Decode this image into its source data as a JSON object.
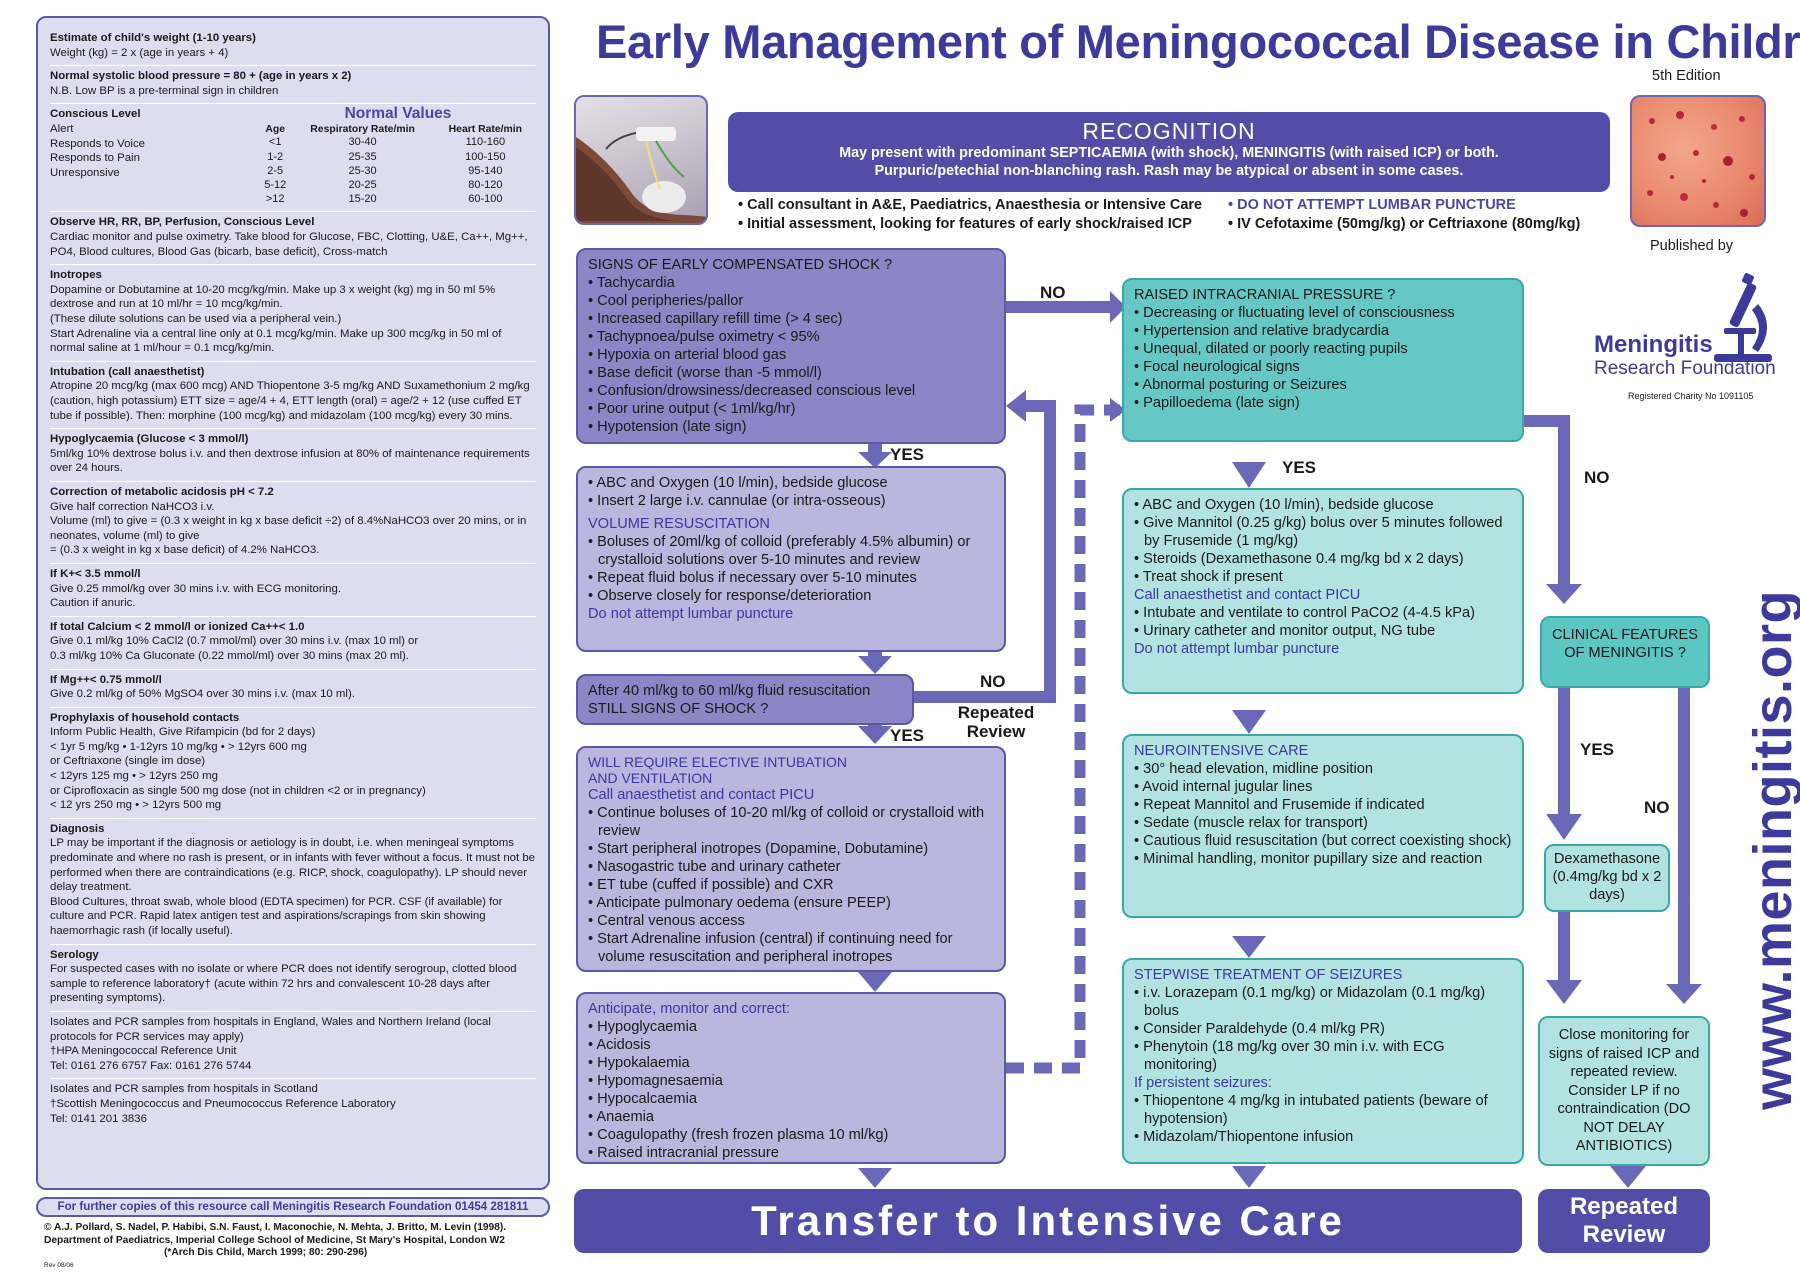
{
  "colors": {
    "brand_purple": "#3d3a9c",
    "box_dark": "#8b86c6",
    "box_medium": "#bab6dd",
    "box_teal": "#b2e3e1",
    "box_teal_dark": "#5cc6c2",
    "panel_lavender": "#dedcef",
    "arrow": "#6c68b8"
  },
  "header": {
    "title": "Early Management of Meningococcal Disease in Children*",
    "edition": "5th Edition",
    "published_by": "Published by",
    "org_name_line1": "Meningitis",
    "org_name_line2": "Research Foundation",
    "charity": "Registered Charity No 1091105",
    "website": "www.meningitis.org"
  },
  "recognition": {
    "title": "RECOGNITION",
    "line1": "May present with predominant SEPTICAEMIA (with shock), MENINGITIS (with raised ICP) or both.",
    "line2": "Purpuric/petechial non-blanching rash. Rash may be atypical or absent in some cases.",
    "bullets_left": [
      "Call consultant in A&E, Paediatrics, Anaesthesia or Intensive Care",
      "Initial assessment, looking for features of early shock/raised ICP"
    ],
    "bullets_right": [
      "DO NOT ATTEMPT LUMBAR PUNCTURE",
      "IV Cefotaxime (50mg/kg) or Ceftriaxone (80mg/kg)"
    ]
  },
  "left_panel": {
    "weight": {
      "title": "Estimate of child's weight (1-10 years)",
      "line": "Weight (kg) = 2 x (age in years + 4)"
    },
    "bp": {
      "title": "Normal systolic blood pressure = 80 + (age in years x 2)",
      "line": "N.B. Low BP is a pre-terminal sign in children"
    },
    "conscious": {
      "title": "Conscious Level",
      "items": [
        "Alert",
        "Responds to Voice",
        "Responds to Pain",
        "Unresponsive"
      ]
    },
    "normal_values": {
      "title": "Normal Values",
      "headers": [
        "Age",
        "Respiratory Rate/min",
        "Heart Rate/min"
      ],
      "rows": [
        [
          "<1",
          "30-40",
          "110-160"
        ],
        [
          "1-2",
          "25-35",
          "100-150"
        ],
        [
          "2-5",
          "25-30",
          "95-140"
        ],
        [
          "5-12",
          "20-25",
          "80-120"
        ],
        [
          ">12",
          "15-20",
          "60-100"
        ]
      ]
    },
    "sections": [
      {
        "title": "Observe HR, RR, BP, Perfusion, Conscious Level",
        "lines": [
          "Cardiac monitor and pulse oximetry. Take blood for Glucose, FBC, Clotting, U&E, Ca++, Mg++, PO4, Blood cultures, Blood Gas (bicarb, base deficit), Cross-match"
        ]
      },
      {
        "title": "Inotropes",
        "lines": [
          "Dopamine or Dobutamine at 10-20 mcg/kg/min. Make up 3 x weight (kg) mg in 50 ml 5% dextrose and run at 10 ml/hr = 10 mcg/kg/min.",
          "(These dilute solutions can be used via a peripheral vein.)",
          "Start Adrenaline via a central line only at 0.1 mcg/kg/min. Make up 300 mcg/kg in 50 ml of normal saline at 1 ml/hour = 0.1 mcg/kg/min."
        ]
      },
      {
        "title": "Intubation (call anaesthetist)",
        "lines": [
          "Atropine 20 mcg/kg (max 600 mcg) AND Thiopentone 3-5 mg/kg AND Suxamethonium 2 mg/kg (caution, high potassium) ETT size = age/4 + 4, ETT length (oral) = age/2 + 12 (use cuffed ET tube if possible). Then: morphine (100 mcg/kg) and midazolam (100 mcg/kg) every 30 mins."
        ]
      },
      {
        "title": "Hypoglycaemia (Glucose < 3 mmol/l)",
        "lines": [
          "5ml/kg 10% dextrose bolus i.v. and then dextrose infusion at 80% of maintenance requirements over 24 hours."
        ]
      },
      {
        "title": "Correction of metabolic acidosis pH < 7.2",
        "lines": [
          "Give half correction NaHCO3 i.v.",
          "Volume (ml) to give = (0.3 x weight in kg x base deficit ÷2) of 8.4%NaHCO3 over 20 mins, or in neonates, volume (ml) to give",
          "= (0.3 x weight in kg x base deficit) of 4.2% NaHCO3."
        ]
      },
      {
        "title": "If K+< 3.5 mmol/l",
        "lines": [
          "Give 0.25 mmol/kg over 30 mins i.v. with ECG monitoring.",
          "Caution if anuric."
        ]
      },
      {
        "title": "If total Calcium < 2 mmol/l or ionized Ca++< 1.0",
        "lines": [
          "Give 0.1 ml/kg 10% CaCl2 (0.7 mmol/ml) over 30 mins i.v. (max 10 ml) or",
          "0.3 ml/kg 10% Ca Gluconate (0.22 mmol/ml) over 30 mins (max 20 ml)."
        ]
      },
      {
        "title": "If Mg++< 0.75 mmol/l",
        "lines": [
          "Give 0.2 ml/kg of 50% MgSO4 over 30 mins i.v. (max 10 ml)."
        ]
      },
      {
        "title": "Prophylaxis of household contacts",
        "lines": [
          "Inform Public Health, Give Rifampicin (bd for 2 days)",
          "< 1yr   5 mg/kg   •   1-12yrs   10 mg/kg   •   > 12yrs   600 mg",
          "or Ceftriaxone (single im dose)",
          "< 12yrs   125 mg   •   > 12yrs   250 mg",
          "or Ciprofloxacin as single 500 mg dose (not in children <2 or in pregnancy)",
          "< 12 yrs   250 mg   •   > 12yrs 500 mg"
        ]
      },
      {
        "title": "Diagnosis",
        "lines": [
          "LP may be important if the diagnosis or aetiology is in doubt, i.e. when meningeal symptoms predominate and where no rash is present, or in infants with fever without a focus. It must not be performed when there are contraindications (e.g. RICP, shock, coagulopathy). LP should never delay treatment.",
          "Blood Cultures, throat swab, whole blood (EDTA specimen) for PCR. CSF (if available) for culture and PCR. Rapid latex antigen test and aspirations/scrapings from skin showing haemorrhagic rash (if locally useful)."
        ]
      },
      {
        "title": "Serology",
        "lines": [
          "For suspected cases with no isolate or where PCR does not identify serogroup, clotted blood sample to reference laboratory† (acute within 72 hrs and convalescent 10-28 days after presenting symptoms)."
        ]
      },
      {
        "title": "",
        "lines": [
          "Isolates and PCR samples from hospitals in England, Wales and Northern Ireland (local protocols for PCR services may apply)",
          "†HPA Meningococcal Reference Unit",
          "Tel: 0161 276 6757    Fax: 0161 276 5744"
        ]
      },
      {
        "title": "",
        "lines": [
          "Isolates and PCR samples from hospitals in Scotland",
          "†Scottish Meningococcus and Pneumococcus Reference Laboratory",
          "Tel: 0141 201 3836"
        ]
      }
    ],
    "footer": "For further copies of this resource call Meningitis Research Foundation 01454 281811",
    "refs": [
      "© A.J. Pollard, S. Nadel, P. Habibi, S.N. Faust, I. Maconochie, N. Mehta, J. Britto, M. Levin (1998).",
      "Department of Paediatrics, Imperial College School of Medicine, St Mary's Hospital, London W2",
      "(*Arch Dis Child, March 1999; 80: 290-296)"
    ],
    "rev": "Rev 08/06"
  },
  "flow": {
    "shock": {
      "title": "SIGNS OF EARLY COMPENSATED SHOCK ?",
      "items": [
        "Tachycardia",
        "Cool peripheries/pallor",
        "Increased capillary refill time (> 4 sec)",
        "Tachypnoea/pulse oximetry < 95%",
        "Hypoxia on arterial blood gas",
        "Base deficit (worse than -5 mmol/l)",
        "Confusion/drowsiness/decreased conscious level",
        "Poor urine output (< 1ml/kg/hr)",
        "Hypotension (late sign)"
      ]
    },
    "resus": {
      "items_top": [
        "ABC and Oxygen (10 l/min), bedside glucose",
        "Insert 2 large i.v. cannulae (or intra-osseous)"
      ],
      "subtitle": "VOLUME RESUSCITATION",
      "items": [
        "Boluses of 20ml/kg of colloid (preferably 4.5% albumin) or crystalloid solutions over 5-10 minutes and review",
        "Repeat fluid bolus if necessary over 5-10 minutes",
        "Observe closely for response/deterioration"
      ],
      "note": "Do not attempt lumbar puncture"
    },
    "after40": {
      "line1": "After 40 ml/kg to 60 ml/kg fluid resuscitation",
      "line2": "STILL SIGNS OF SHOCK ?"
    },
    "intubation": {
      "title1": "WILL REQUIRE ELECTIVE INTUBATION",
      "title2": "AND VENTILATION",
      "subtitle": "Call anaesthetist and contact PICU",
      "items": [
        "Continue boluses of 10-20 ml/kg of colloid or crystalloid with review",
        "Start peripheral inotropes (Dopamine, Dobutamine)",
        "Nasogastric tube and urinary catheter",
        "ET tube (cuffed if possible) and CXR",
        "Anticipate pulmonary oedema (ensure PEEP)",
        "Central venous access",
        "Start Adrenaline infusion (central) if continuing need for volume resuscitation and peripheral inotropes"
      ]
    },
    "anticipate": {
      "title": "Anticipate, monitor and correct:",
      "items": [
        "Hypoglycaemia",
        "Acidosis",
        "Hypokalaemia",
        "Hypomagnesaemia",
        "Hypocalcaemia",
        "Anaemia",
        "Coagulopathy (fresh frozen plasma 10 ml/kg)",
        "Raised intracranial pressure"
      ]
    },
    "icp": {
      "title": "RAISED INTRACRANIAL PRESSURE ?",
      "items": [
        "Decreasing or fluctuating level of consciousness",
        "Hypertension and relative bradycardia",
        "Unequal, dilated or poorly reacting pupils",
        "Focal neurological signs",
        "Abnormal posturing or Seizures",
        "Papilloedema (late sign)"
      ]
    },
    "icp_mgmt": {
      "items": [
        "ABC and Oxygen (10 l/min), bedside glucose",
        "Give Mannitol (0.25 g/kg) bolus over 5 minutes followed by Frusemide (1 mg/kg)",
        "Steroids (Dexamethasone 0.4 mg/kg bd x 2 days)",
        "Treat shock if present"
      ],
      "subtitle": "Call anaesthetist and contact PICU",
      "items2": [
        "Intubate and ventilate to control PaCO2 (4-4.5 kPa)",
        "Urinary catheter and monitor output, NG tube"
      ],
      "note": "Do not attempt lumbar puncture"
    },
    "neuro": {
      "title": "NEUROINTENSIVE CARE",
      "items": [
        "30° head elevation, midline position",
        "Avoid internal jugular lines",
        "Repeat Mannitol and Frusemide if indicated",
        "Sedate (muscle relax for transport)",
        "Cautious fluid resuscitation (but correct coexisting shock)",
        "Minimal handling, monitor pupillary size and reaction"
      ]
    },
    "seizures": {
      "title": "STEPWISE TREATMENT OF SEIZURES",
      "items": [
        "i.v. Lorazepam (0.1 mg/kg) or Midazolam (0.1 mg/kg) bolus",
        "Consider Paraldehyde (0.4 ml/kg PR)",
        "Phenytoin (18 mg/kg over 30 min i.v. with ECG monitoring)"
      ],
      "subtitle": "If persistent seizures:",
      "items2": [
        "Thiopentone 4 mg/kg in intubated patients (beware of hypotension)",
        "Midazolam/Thiopentone infusion"
      ]
    },
    "clinical": {
      "text": "CLINICAL FEATURES OF MENINGITIS ?"
    },
    "dexa": {
      "text": "Dexamethasone (0.4mg/kg bd x 2 days)"
    },
    "close": {
      "text": "Close monitoring for signs of raised ICP and repeated review. Consider LP if no contraindication (DO NOT DELAY ANTIBIOTICS)"
    },
    "transfer": "Transfer to Intensive Care",
    "repeated_review": "Repeated Review",
    "labels": {
      "no": "NO",
      "yes": "YES",
      "repeated_review_mid": "Repeated Review"
    }
  }
}
